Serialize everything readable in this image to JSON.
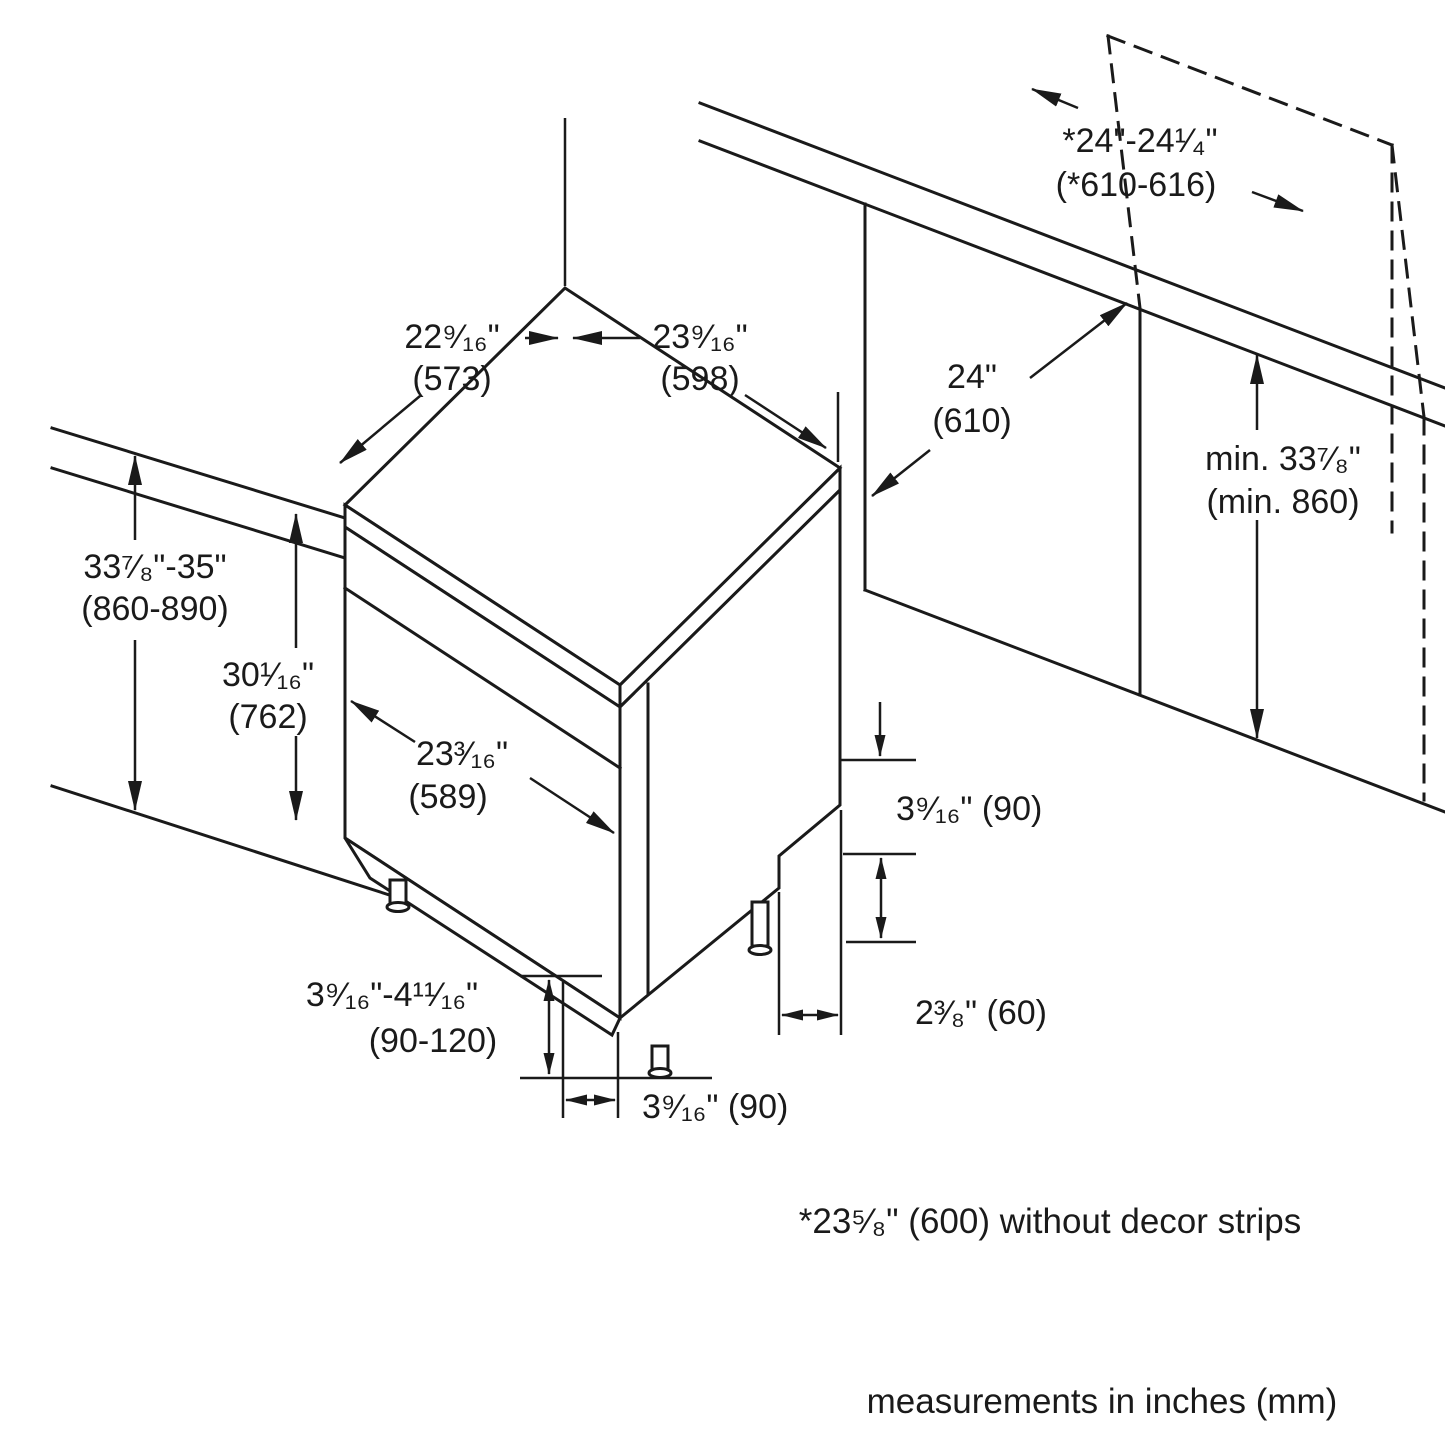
{
  "dims": {
    "top_depth_in": "22⁹⁄₁₆\"",
    "top_depth_mm": "(573)",
    "top_width_in": "23⁹⁄₁₆\"",
    "top_width_mm": "(598)",
    "niche_width_in": "*24\"-24¹⁄₄\"",
    "niche_width_mm": "(*610-616)",
    "niche_depth_in": "24\"",
    "niche_depth_mm": "(610)",
    "niche_height_in": "min. 33⁷⁄₈\"",
    "niche_height_mm": "(min. 860)",
    "overall_height_in": "33⁷⁄₈\"-35\"",
    "overall_height_mm": "(860-890)",
    "body_height_in": "30¹⁄₁₆\"",
    "body_height_mm": "(762)",
    "door_width_in": "23³⁄₁₆\"",
    "door_width_mm": "(589)",
    "rear_base_height": "3⁹⁄₁₆\" (90)",
    "rear_base_recess": "2³⁄₈\" (60)",
    "leg_height_in": "3⁹⁄₁₆\"-4¹¹⁄₁₆\"",
    "leg_height_mm": "(90-120)",
    "front_foot_inset": "3⁹⁄₁₆\" (90)"
  },
  "notes": {
    "decor": "*23⁵⁄₈\" (600) without decor strips",
    "units": "measurements in inches (mm)"
  },
  "colors": {
    "line": "#1a1a1a",
    "background": "#ffffff"
  }
}
